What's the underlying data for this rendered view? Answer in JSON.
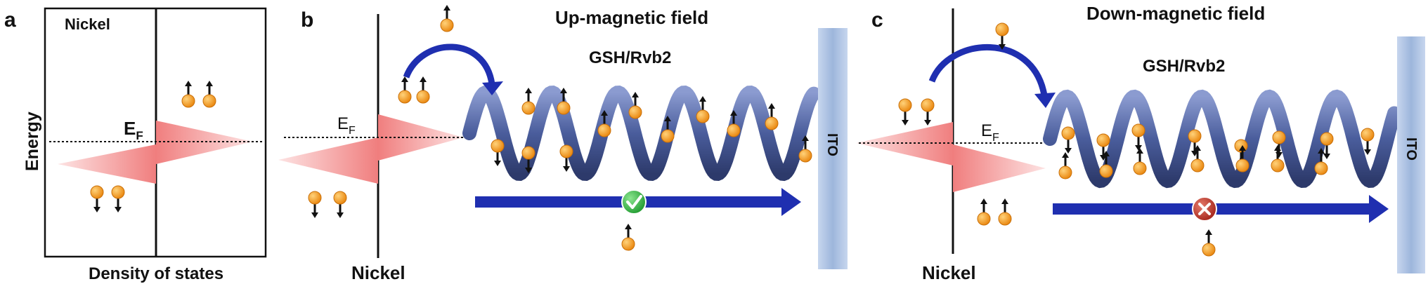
{
  "panels": {
    "a": {
      "label": "a",
      "metal": "Nickel",
      "y_axis": "Energy",
      "x_axis": "Density of states",
      "fermi_main": "E",
      "fermi_sub": "F"
    },
    "b": {
      "label": "b",
      "field": "Up-magnetic field",
      "molecule": "GSH/Rvb2",
      "metal": "Nickel",
      "fermi_main": "E",
      "fermi_sub": "F",
      "electrode": "ITO",
      "transport": "allowed"
    },
    "c": {
      "label": "c",
      "field": "Down-magnetic field",
      "molecule": "GSH/Rvb2",
      "metal": "Nickel",
      "fermi_main": "E",
      "fermi_sub": "F",
      "electrode": "ITO",
      "transport": "blocked"
    }
  },
  "colors": {
    "dos_fill": "#f08a8a",
    "helix": "#4a5d9c",
    "arrow_blue": "#1f2fb0",
    "electron": "#f39a16",
    "electrode": "#9db6dc",
    "check_green": "#39b54a",
    "cross_red": "#c0392b"
  },
  "icons": {
    "electron": "orange-circle",
    "spin_up": "arrow-up",
    "spin_down": "arrow-down",
    "allowed": "checkmark-icon",
    "blocked": "cross-icon"
  }
}
